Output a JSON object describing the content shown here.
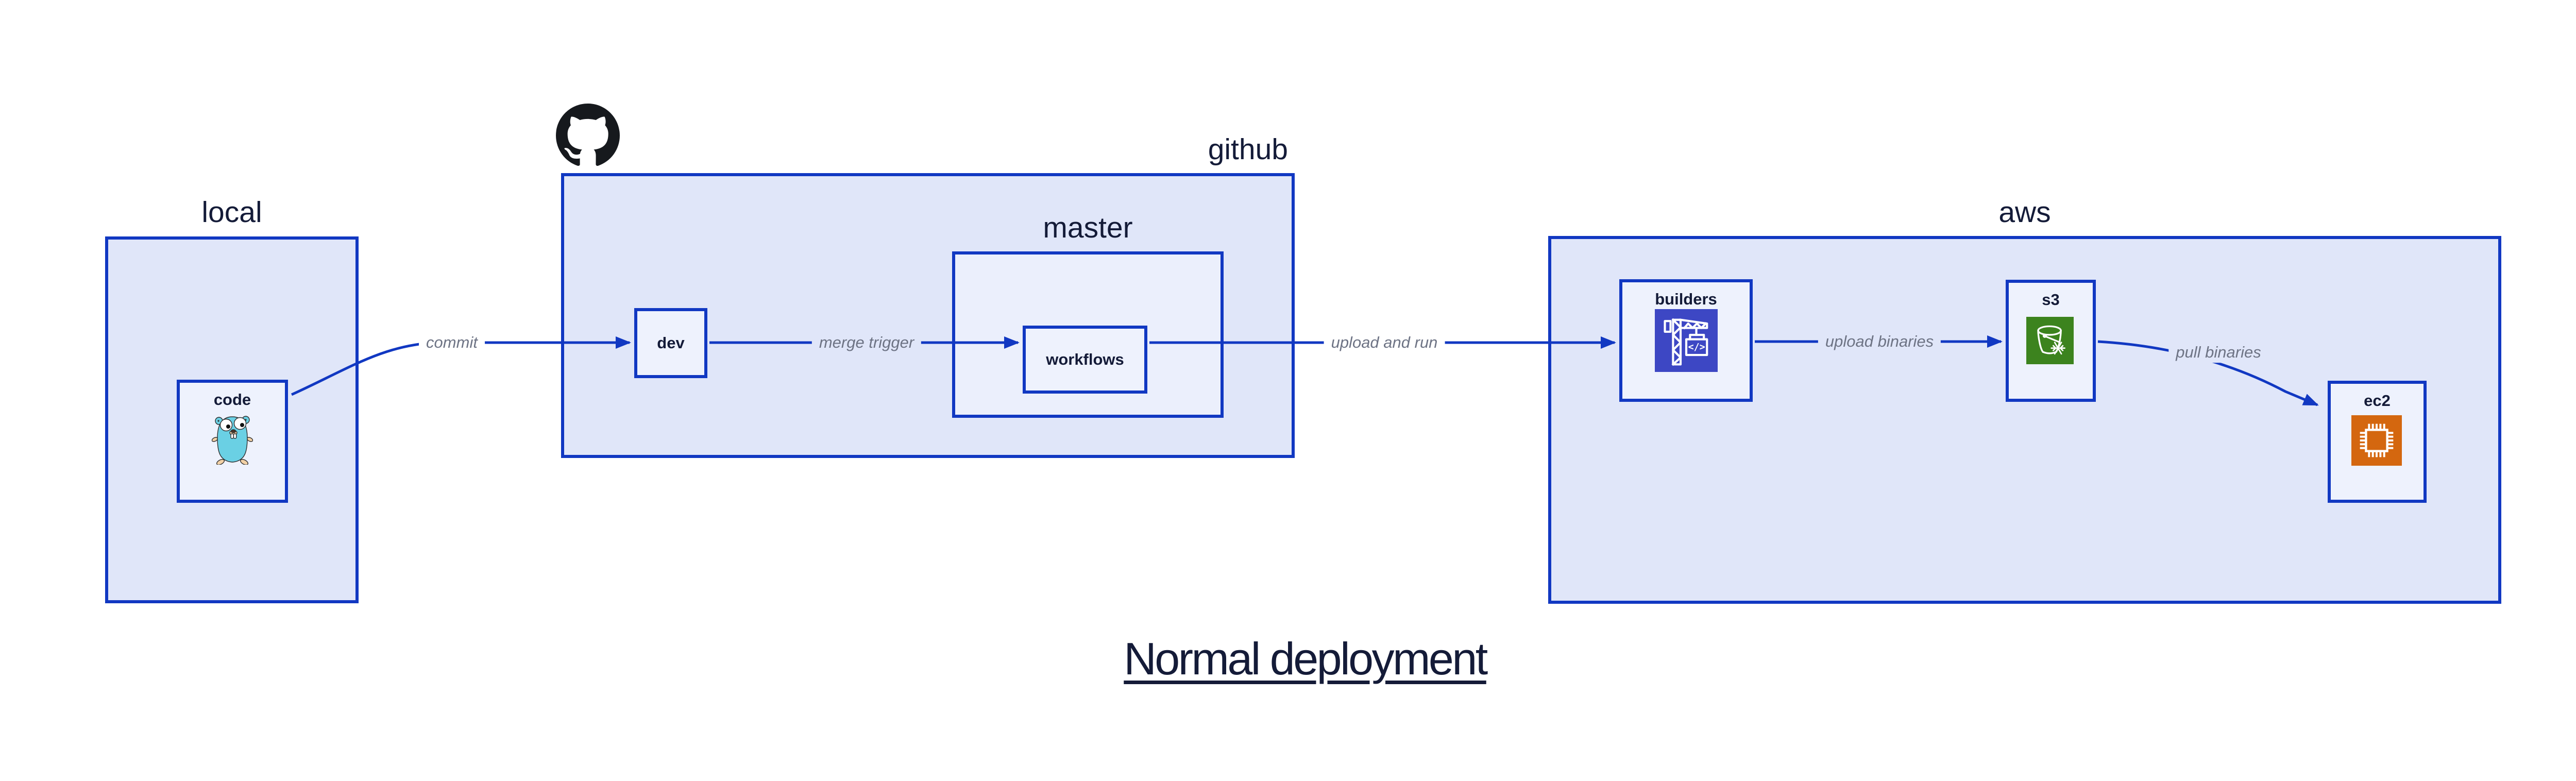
{
  "title": {
    "text": "Normal deployment"
  },
  "colors": {
    "edge_blue": "#1138c2",
    "container_fill": "#e0e6f9",
    "subcontainer_fill": "#ebeffc",
    "node_fill": "#eef2fd",
    "text_navy": "#141b38",
    "edge_label_gray": "#6d7384",
    "codebuild_indigo": "#3d47c4",
    "s3_green": "#3c831e",
    "ec2_orange": "#d4670f",
    "gopher_teal": "#6ad0e4",
    "github_black": "#16191d"
  },
  "groups": {
    "local": {
      "label": "local"
    },
    "github": {
      "label": "github"
    },
    "master": {
      "label": "master"
    },
    "aws": {
      "label": "aws"
    }
  },
  "nodes": {
    "code": {
      "label": "code",
      "icon": "go-gopher-icon"
    },
    "dev": {
      "label": "dev"
    },
    "workflows": {
      "label": "workflows"
    },
    "builders": {
      "label": "builders",
      "icon": "aws-codebuild-icon"
    },
    "s3": {
      "label": "s3",
      "icon": "aws-s3-glacier-bucket-icon"
    },
    "ec2": {
      "label": "ec2",
      "icon": "aws-ec2-chip-icon"
    }
  },
  "edges": [
    {
      "id": "code-to-dev",
      "label": "commit"
    },
    {
      "id": "dev-to-workflows",
      "label": "merge trigger"
    },
    {
      "id": "workflows-to-builders",
      "label": "upload and run"
    },
    {
      "id": "builders-to-s3",
      "label": "upload binaries"
    },
    {
      "id": "s3-to-ec2",
      "label": "pull binaries"
    }
  ]
}
